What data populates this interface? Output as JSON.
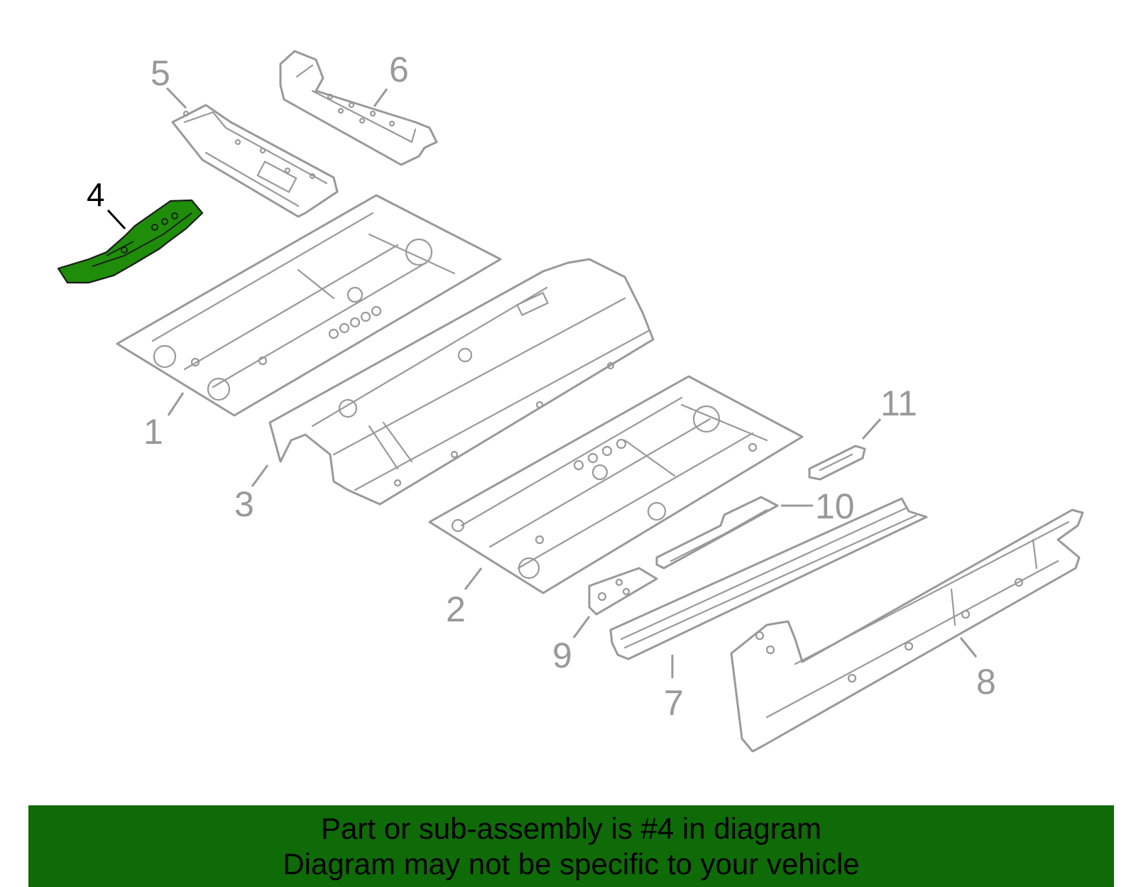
{
  "diagram": {
    "callouts": [
      "1",
      "2",
      "3",
      "4",
      "5",
      "6",
      "7",
      "8",
      "9",
      "10",
      "11"
    ],
    "selected_part": "4",
    "colors": {
      "line_art": "#999999",
      "selected_fill": "#1f8c0a",
      "banner_bg": "#0f6b08",
      "banner_text": "#000000"
    }
  },
  "banner": {
    "line1": "Part or sub-assembly is #4 in diagram",
    "line2": "Diagram may not be specific to your vehicle"
  }
}
